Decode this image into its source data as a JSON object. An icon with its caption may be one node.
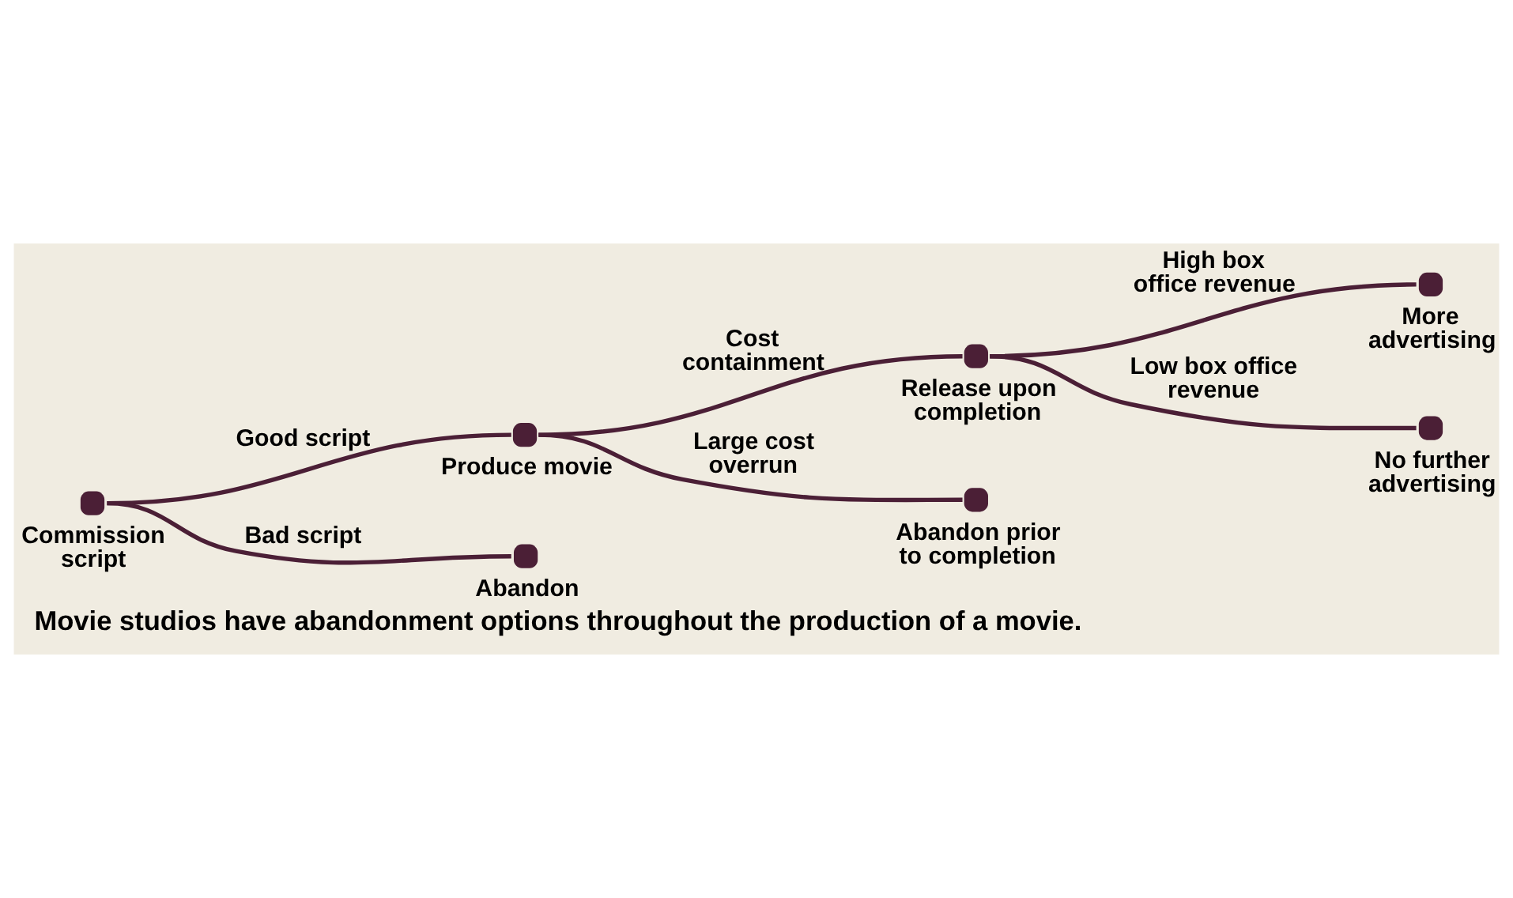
{
  "diagram": {
    "caption": "Movie studios have abandonment options throughout the production of a movie.",
    "nodes": [
      {
        "text": [],
        "shape": "circle",
        "beside": [
          "Commission script"
        ]
      },
      {
        "text": [],
        "shape": "circle",
        "beside": [
          "Produce movie"
        ]
      },
      {
        "text": [],
        "shape": "circle",
        "beside": [
          "Abandon"
        ]
      },
      {
        "text": [],
        "shape": "circle",
        "beside": [
          "Release upon completion"
        ]
      },
      {
        "text": [],
        "shape": "circle",
        "beside": [
          "Abandon prior to completion"
        ]
      },
      {
        "text": [],
        "shape": "circle",
        "beside": [
          "More advertising"
        ]
      },
      {
        "text": [],
        "shape": "circle",
        "beside": [
          "No further advertising"
        ]
      }
    ],
    "edges": [
      {
        "from": 0,
        "to": 1,
        "arrow": "none",
        "label": "Good script"
      },
      {
        "from": 0,
        "to": 2,
        "arrow": "none",
        "label": "Bad script"
      },
      {
        "from": 1,
        "to": 3,
        "arrow": "none",
        "label": "Cost containment"
      },
      {
        "from": 1,
        "to": 4,
        "arrow": "none",
        "label": "Large cost overrun"
      },
      {
        "from": 3,
        "to": 5,
        "arrow": "none",
        "label": "High box office revenue"
      },
      {
        "from": 3,
        "to": 6,
        "arrow": "none",
        "label": "Low box office revenue"
      }
    ]
  }
}
